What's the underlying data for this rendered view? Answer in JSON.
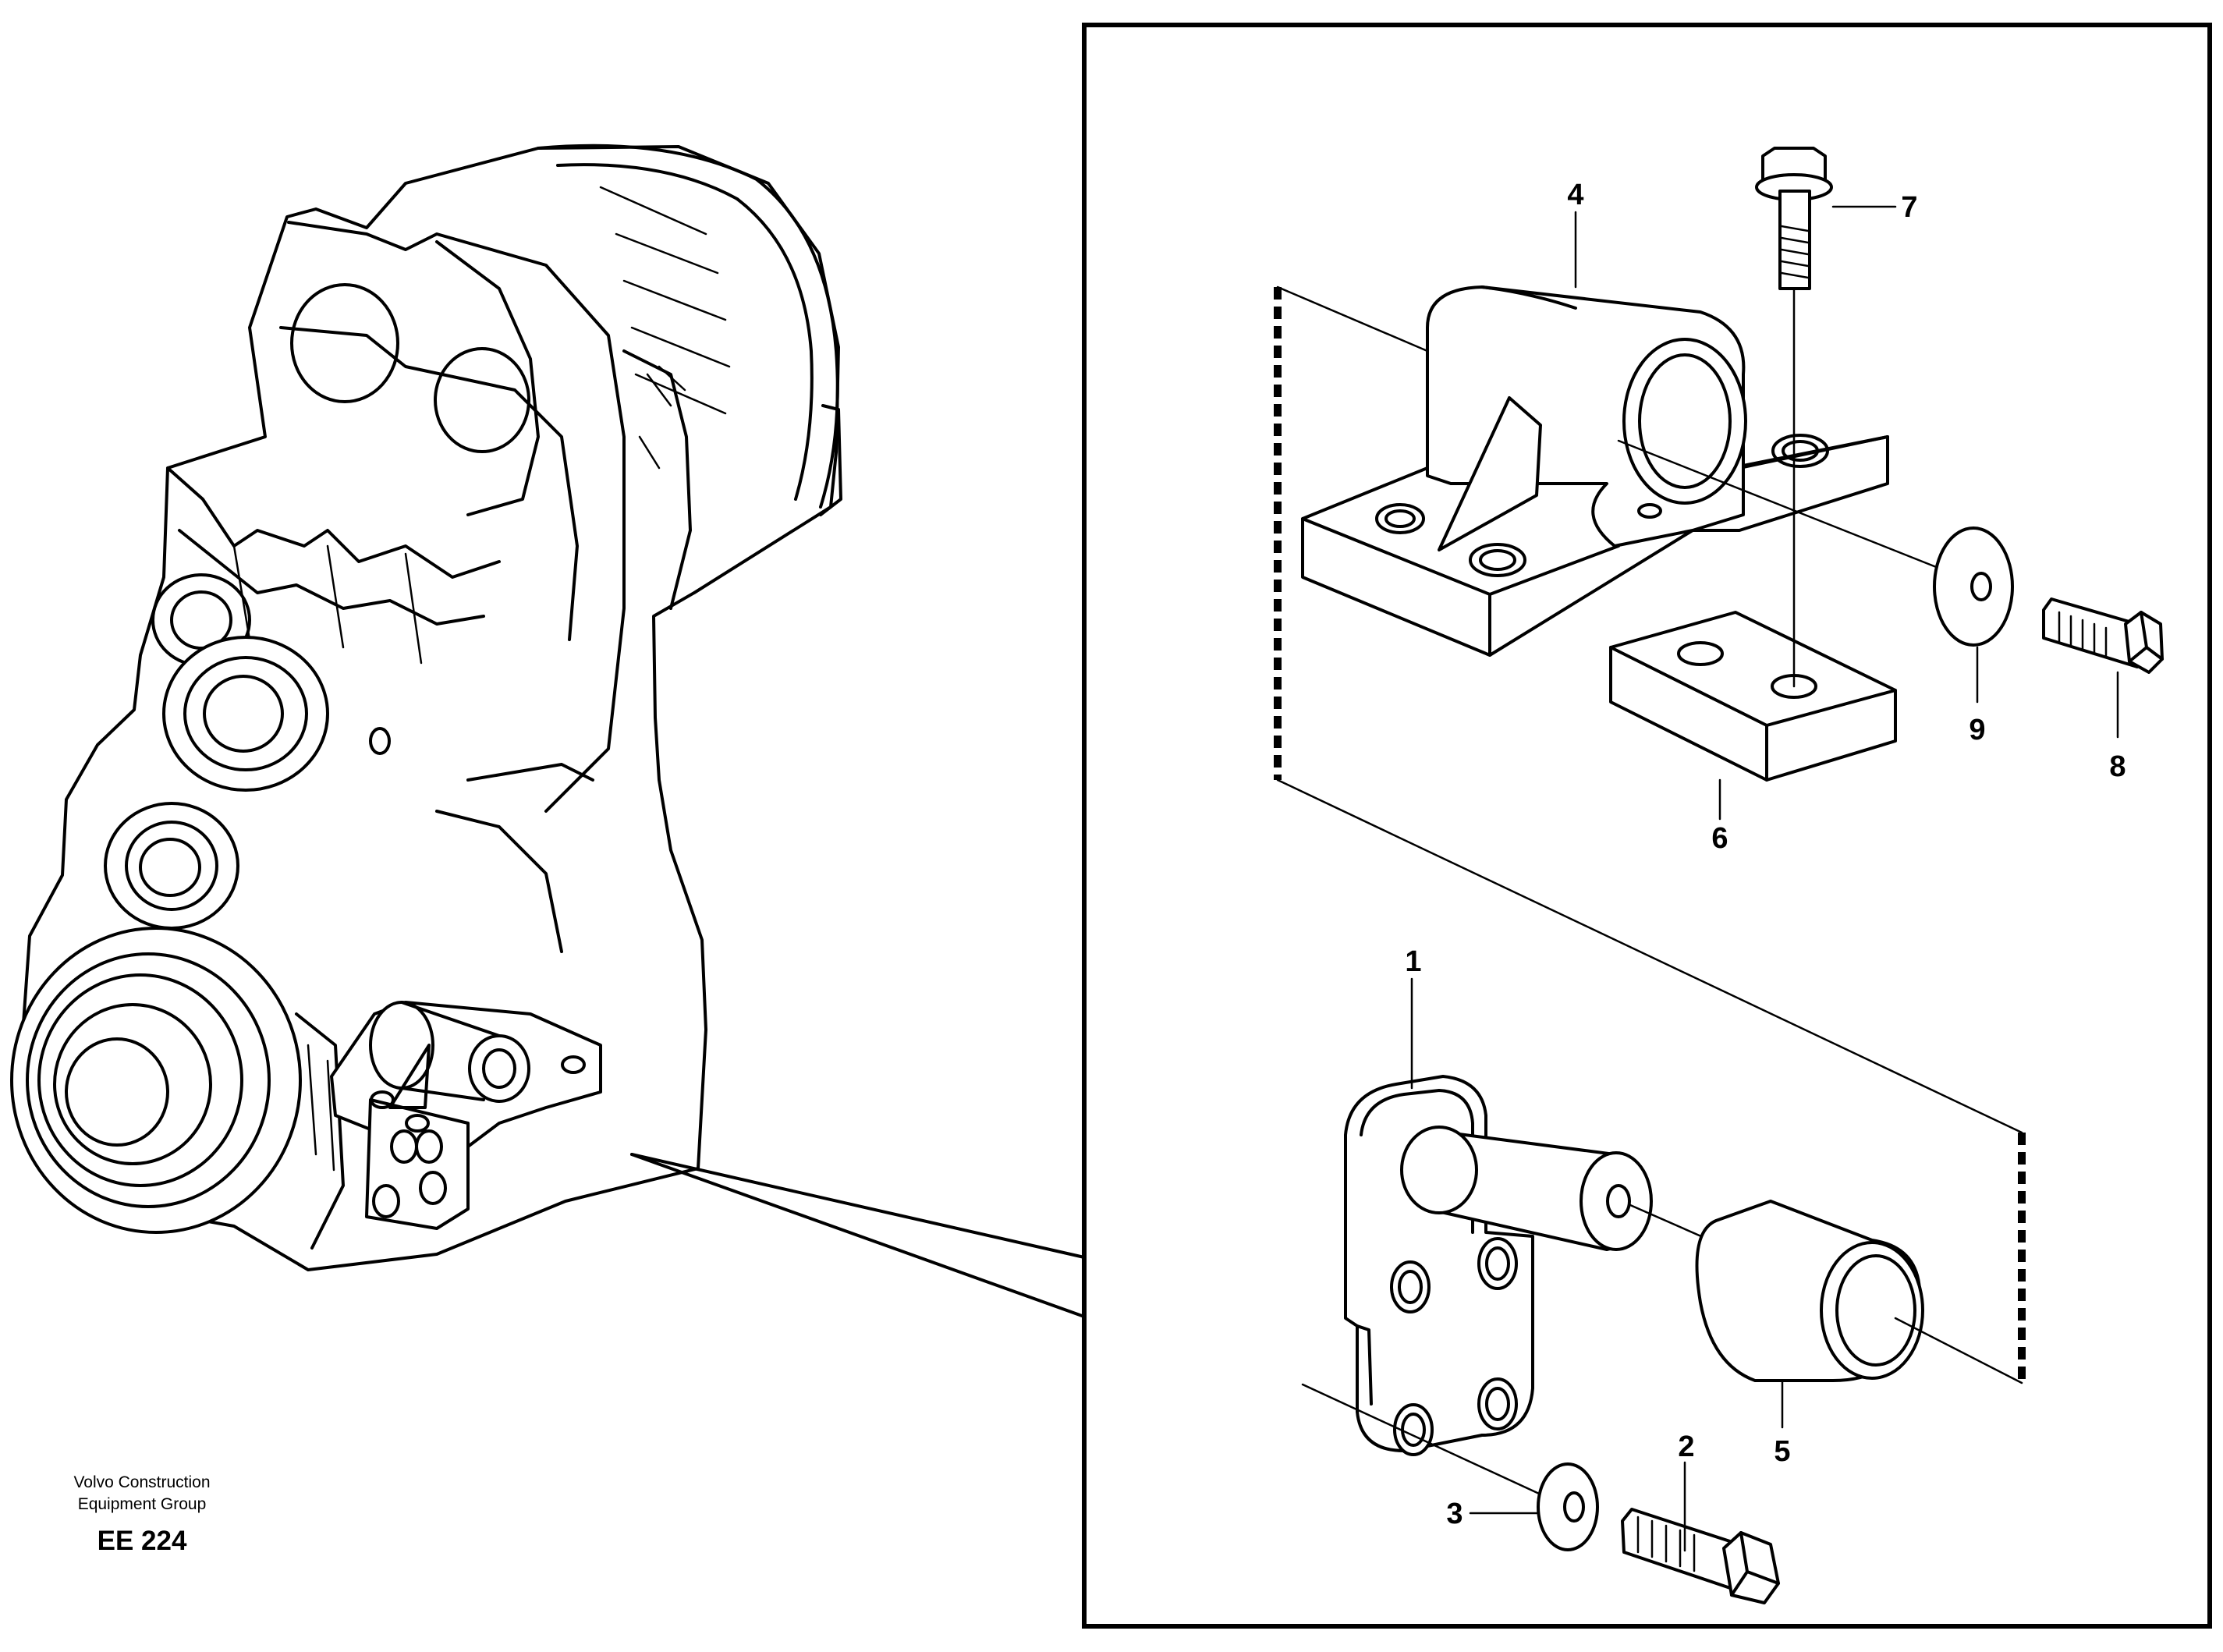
{
  "brand": {
    "line1": "Volvo Construction",
    "line2": "Equipment Group",
    "code": "EE 224"
  },
  "callouts": {
    "c1": "1",
    "c2": "2",
    "c3": "3",
    "c4": "4",
    "c5": "5",
    "c6": "6",
    "c7": "7",
    "c8": "8",
    "c9": "9"
  }
}
